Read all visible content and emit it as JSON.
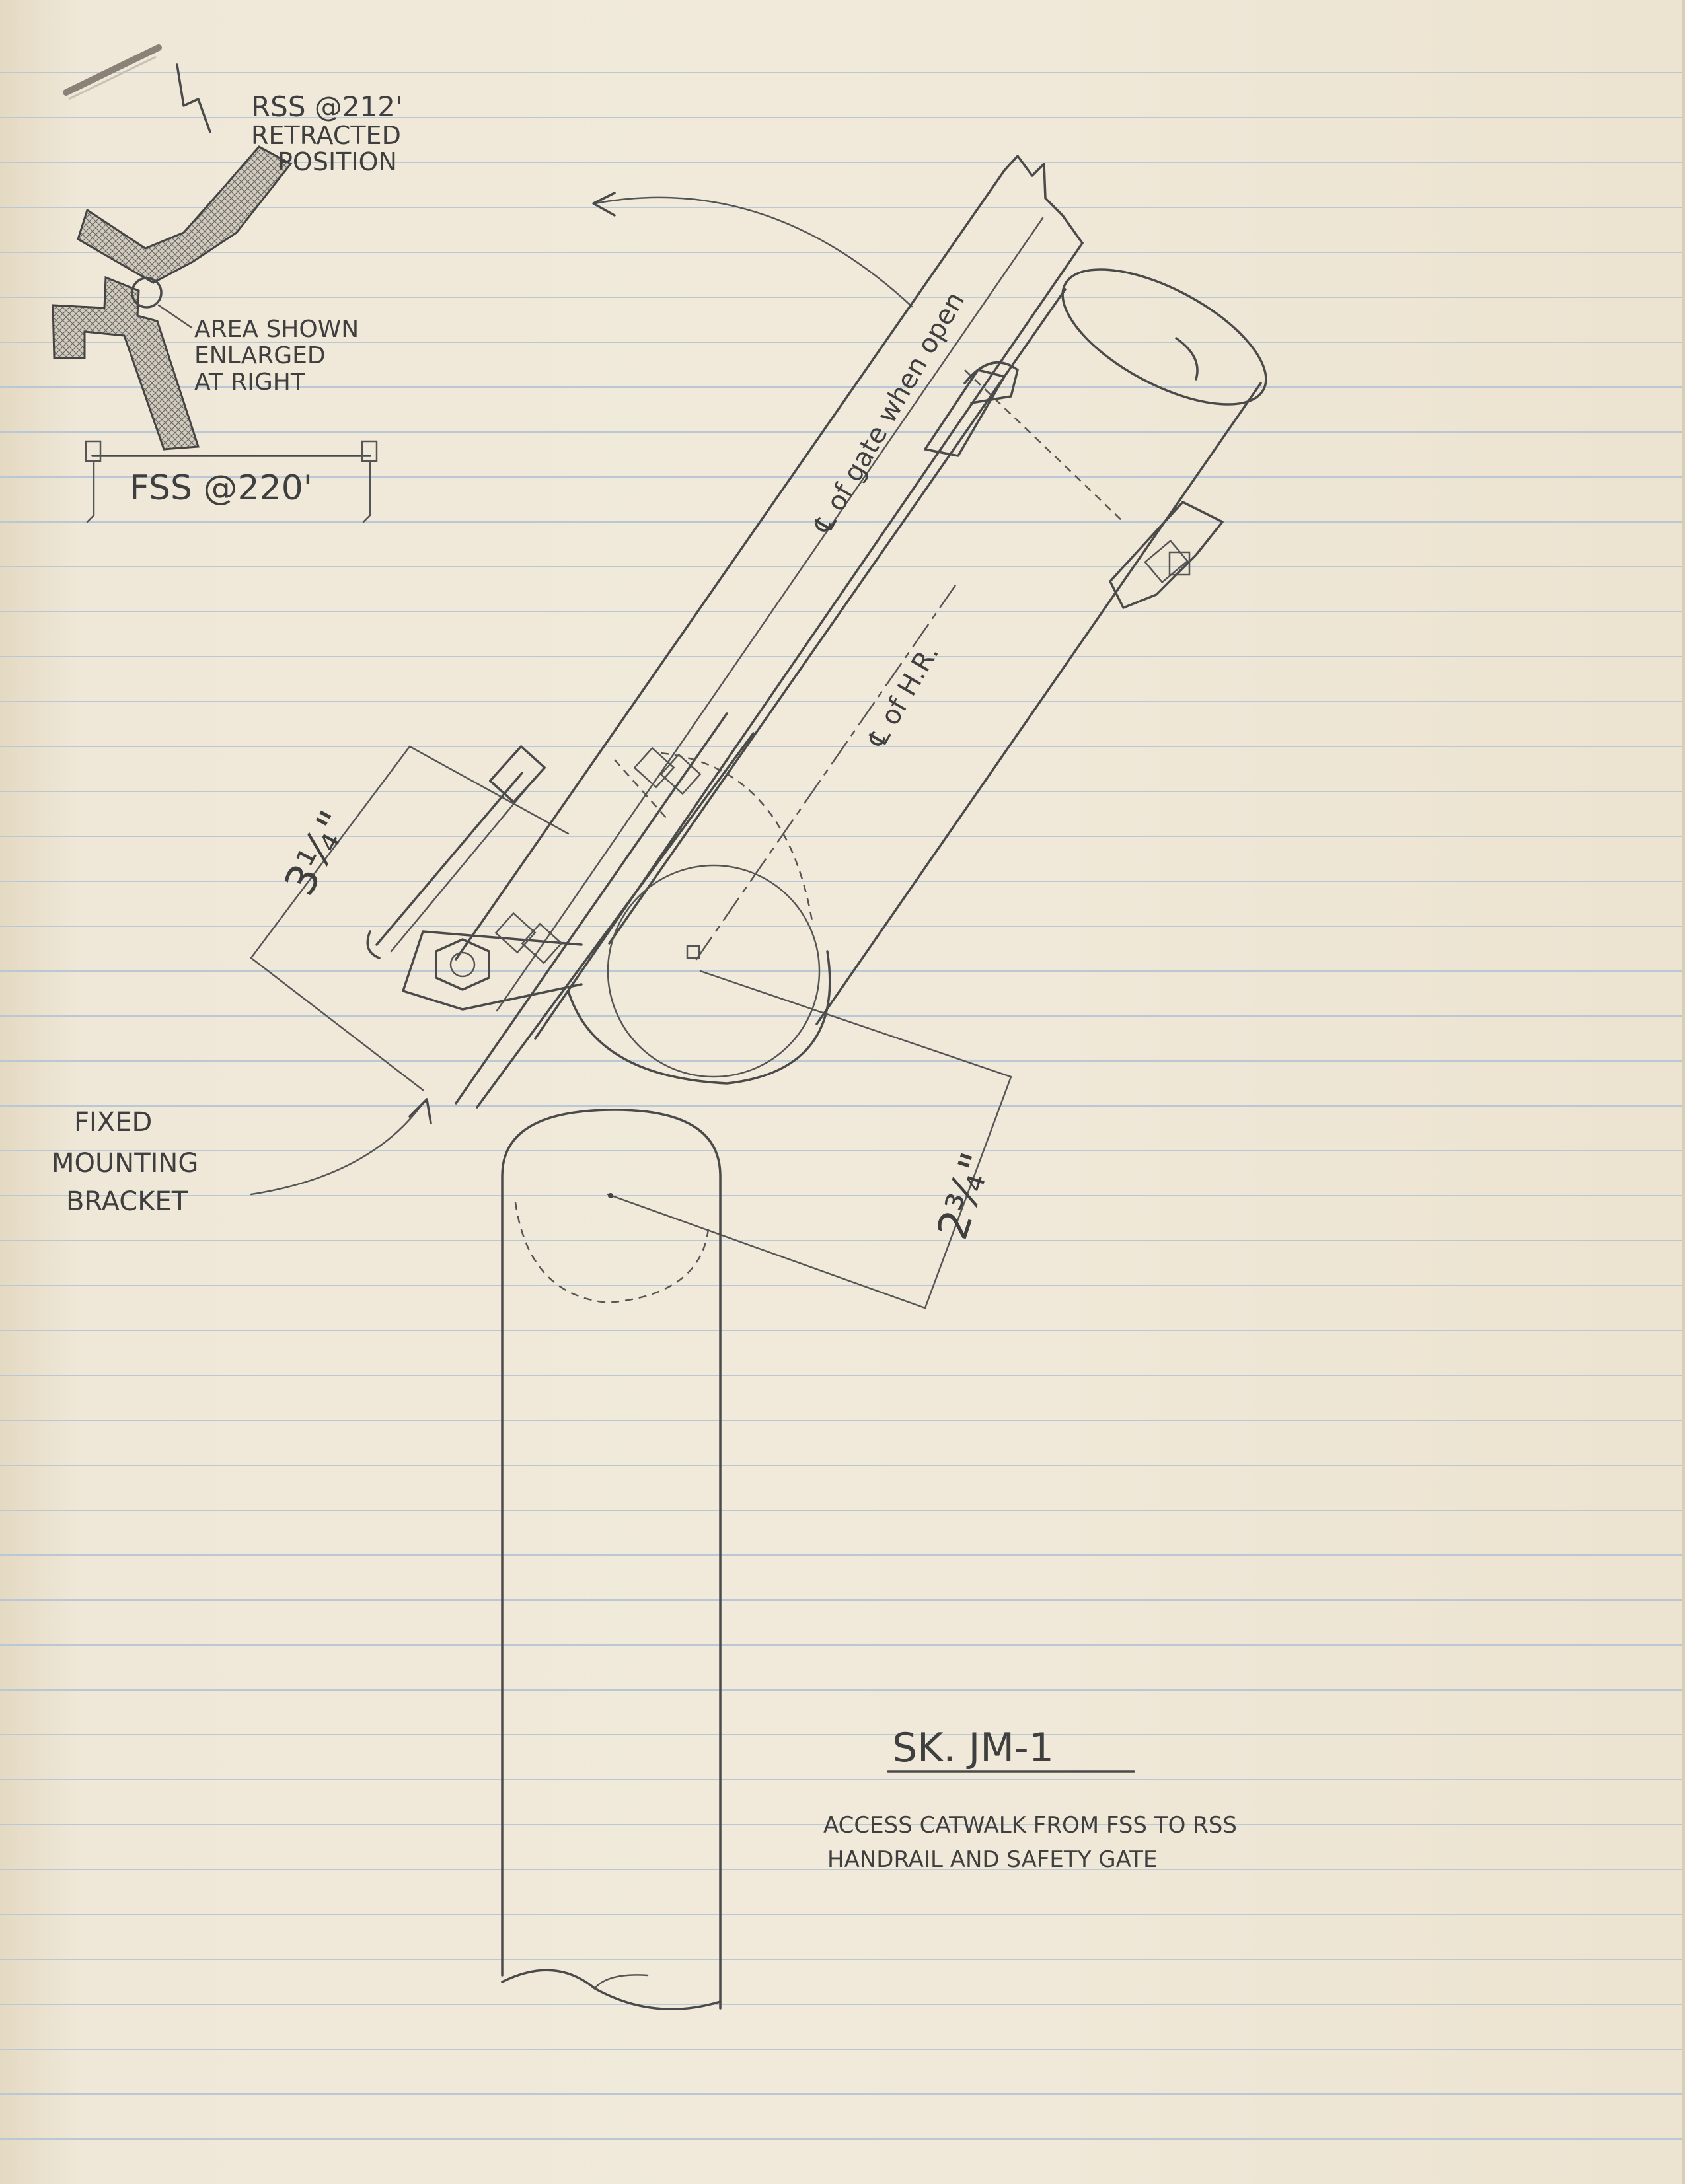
{
  "inset": {
    "rss_label": "RSS @212'",
    "rss_sub1": "RETRACTED",
    "rss_sub2": "POSITION",
    "area_note1": "AREA SHOWN",
    "area_note2": "ENLARGED",
    "area_note3": "AT RIGHT",
    "fss_label": "FSS @220'"
  },
  "main": {
    "gate_centerline": "℄ of gate when open",
    "handrail_centerline": "℄ of H.R.",
    "dim_upper": "3¼\"",
    "dim_lower": "2¾\"",
    "bracket_label1": "FIXED",
    "bracket_label2": "MOUNTING",
    "bracket_label3": "BRACKET"
  },
  "title_block": {
    "sketch_number": "SK. JM-1",
    "description1": "ACCESS CATWALK FROM FSS TO RSS",
    "description2": "HANDRAIL AND SAFETY GATE"
  }
}
